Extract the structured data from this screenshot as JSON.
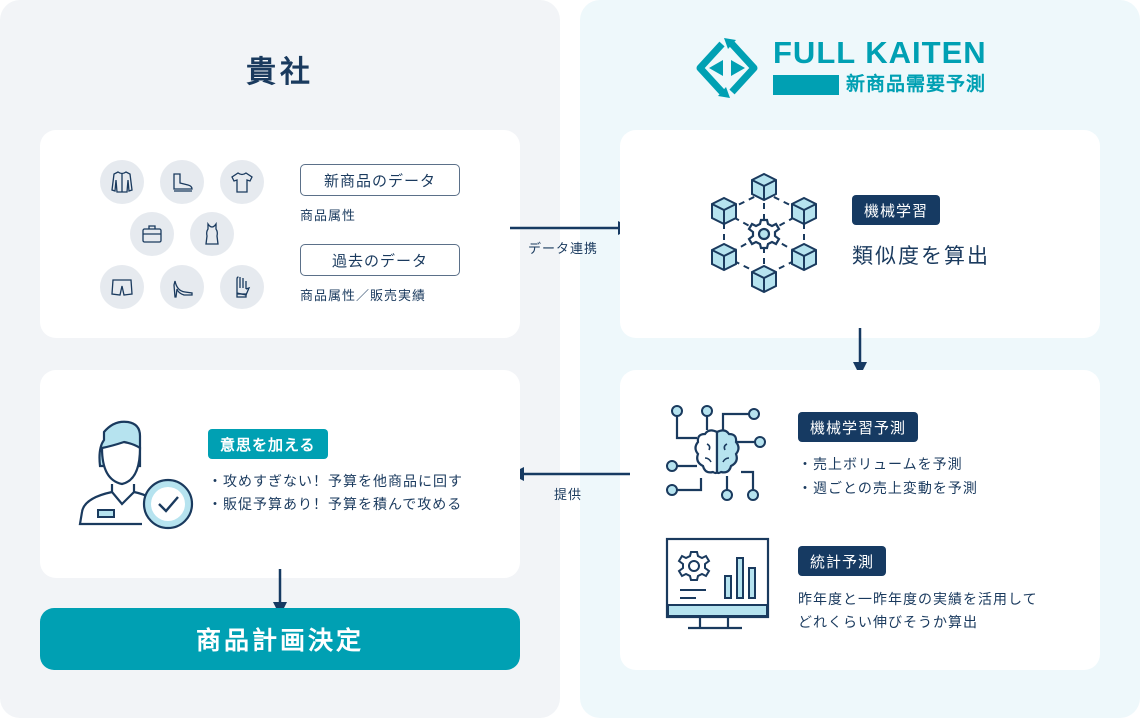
{
  "left": {
    "title": "貴社",
    "data_card": {
      "product_icons": [
        "jacket-icon",
        "boot-icon",
        "tshirt-icon",
        "briefcase-icon",
        "tank-top-icon",
        "shorts-icon",
        "high-heel-icon",
        "glove-icon"
      ],
      "new_data_label": "新商品のデータ",
      "new_data_sub": "商品属性",
      "past_data_label": "過去のデータ",
      "past_data_sub": "商品属性／販売実績"
    },
    "will_card": {
      "badge": "意思を加える",
      "bullets": [
        "・攻めすぎない！予算を他商品に回す",
        "・販促予算あり！予算を積んで攻める"
      ]
    },
    "decision_button": "商品計画決定"
  },
  "right": {
    "logo": {
      "brand": "FULL KAITEN",
      "product": "新商品需要予測"
    },
    "ml_card": {
      "badge": "機械学習",
      "text": "類似度を算出"
    },
    "prediction_card": {
      "ml_badge": "機械学習予測",
      "ml_bullets": [
        "・売上ボリュームを予測",
        "・週ごとの売上変動を予測"
      ],
      "stat_badge": "統計予測",
      "stat_lines": [
        "昨年度と一昨年度の実績を活用して",
        "どれくらい伸びそうか算出"
      ]
    }
  },
  "arrows": {
    "data_link": "データ連携",
    "provide": "提供"
  },
  "colors": {
    "navy": "#163a62",
    "teal": "#00a0b3",
    "light_blue": "#b6e3ef"
  }
}
